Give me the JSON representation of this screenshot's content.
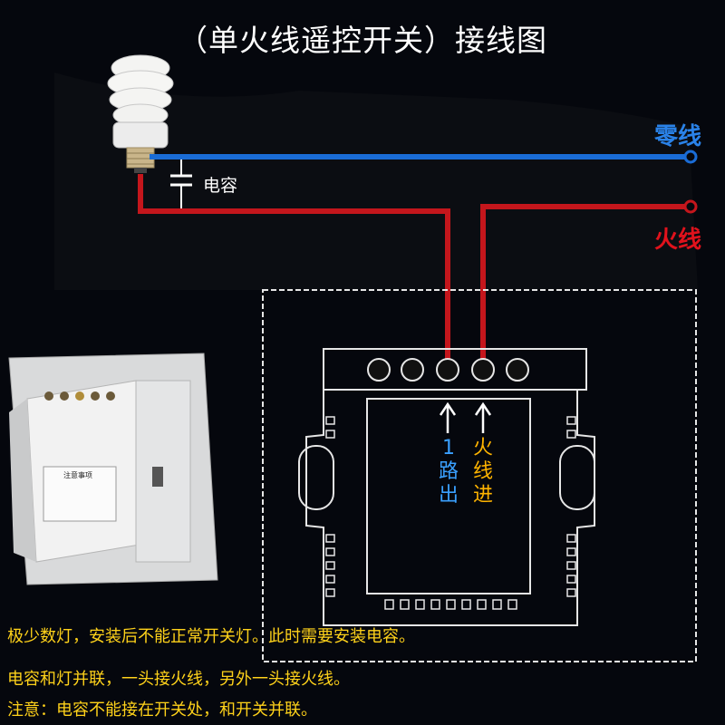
{
  "title": "（单火线遥控开关）接线图",
  "labels": {
    "neutral": "零线",
    "live": "火线",
    "capacitor": "电容"
  },
  "terminal_labels": {
    "out1": [
      "1",
      "路",
      "出"
    ],
    "live_in": [
      "火",
      "线",
      "进"
    ]
  },
  "notes": [
    "极少数灯，安装后不能正常开关灯。此时需要安装电容。",
    "电容和灯并联，一头接火线，另外一头接火线。",
    "注意：电容不能接在开关处，和开关并联。"
  ],
  "product_label_heading": "注意事项",
  "colors": {
    "neutral_wire": "#1a6cd6",
    "live_wire": "#c4161c",
    "neutral_text": "#2a82e8",
    "live_text": "#e0121c",
    "out_text": "#3aa0ff",
    "in_text": "#ffb400",
    "note_text": "#ffd21a",
    "switch_outline": "#e6e6e6"
  }
}
